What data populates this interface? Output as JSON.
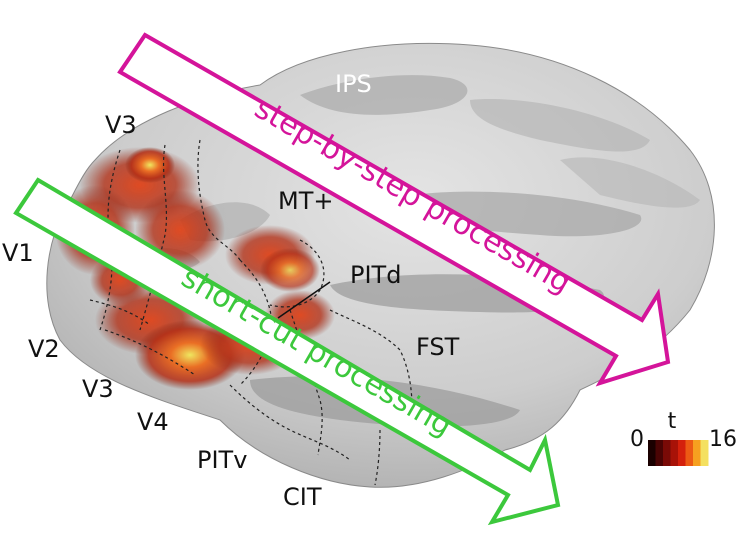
{
  "colors": {
    "step_arrow": "#d4149a",
    "shortcut_arrow": "#3cc83c",
    "cortex_light": "#cfcfcf",
    "cortex_dark": "#9a9a9a",
    "activation_low": "#7a1a08",
    "activation_mid": "#e0441a",
    "activation_high": "#f2e85a"
  },
  "labels": {
    "ips": "IPS",
    "v3_top": "V3",
    "mt_plus": "MT+",
    "v1": "V1",
    "pitd": "PITd",
    "fst": "FST",
    "v2": "V2",
    "v3_bottom": "V3",
    "v4": "V4",
    "pitv": "PITv",
    "cit": "CIT"
  },
  "arrows": {
    "step_by_step": "step-by-step processing",
    "short_cut": "short-cut processing"
  },
  "colorbar": {
    "label": "t",
    "min": "0",
    "max": "16",
    "stops": [
      "#1a0000",
      "#4a0404",
      "#7a0a06",
      "#a81208",
      "#d4200c",
      "#ec5a14",
      "#f6a020",
      "#f4e060"
    ]
  }
}
